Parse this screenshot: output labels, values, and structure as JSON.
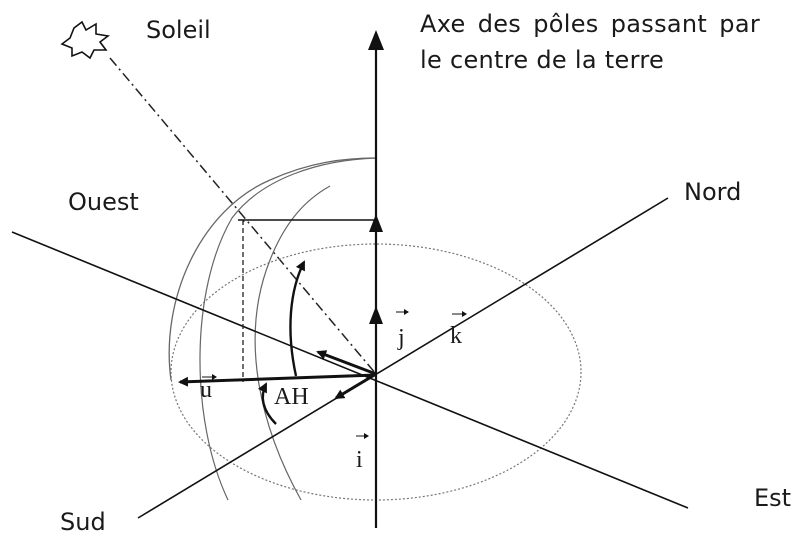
{
  "labels": {
    "soleil": "Soleil",
    "axis_caption": "Axe des pôles passant par le centre de la terre",
    "ouest": "Ouest",
    "nord": "Nord",
    "sud": "Sud",
    "est": "Est",
    "vec_j": "j",
    "vec_k": "k",
    "vec_u": "u",
    "vec_i": "i",
    "angle_ah": "AH"
  },
  "icons": {
    "sun": "sun-icon"
  }
}
